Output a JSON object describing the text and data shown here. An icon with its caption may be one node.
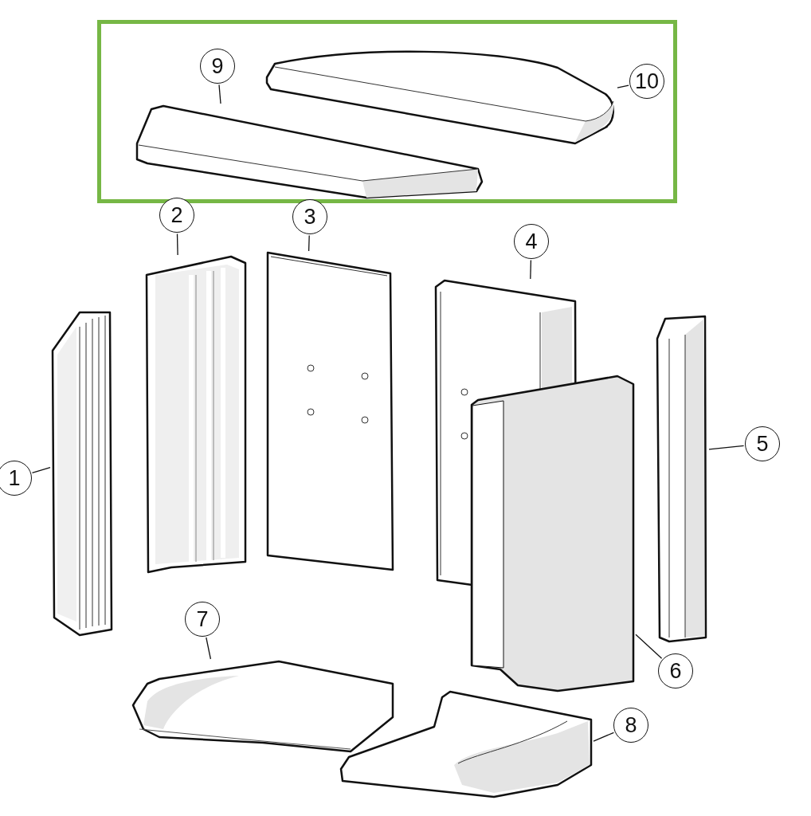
{
  "diagram": {
    "nodes": [
      {
        "text": [
          "9"
        ]
      },
      {
        "text": [
          "10"
        ]
      },
      {
        "text": [
          "2"
        ]
      },
      {
        "text": [
          "3"
        ]
      },
      {
        "text": [
          "4"
        ]
      },
      {
        "text": [
          "1"
        ]
      },
      {
        "text": [
          "5"
        ]
      },
      {
        "text": [
          "7"
        ]
      },
      {
        "text": [
          "6"
        ]
      },
      {
        "text": [
          "8"
        ]
      },
      {
        "text": [],
        "shape": "picture"
      },
      {
        "text": [],
        "shape": "picture"
      },
      {
        "text": [],
        "shape": "picture"
      },
      {
        "text": [],
        "shape": "picture"
      },
      {
        "text": [],
        "shape": "picture"
      },
      {
        "text": [],
        "shape": "picture"
      },
      {
        "text": [],
        "shape": "picture"
      },
      {
        "text": [],
        "shape": "picture"
      },
      {
        "text": [],
        "shape": "picture"
      },
      {
        "text": [],
        "shape": "picture"
      }
    ],
    "edges": [
      {
        "from": 0,
        "to": 10,
        "arrow": "none"
      },
      {
        "from": 1,
        "to": 11,
        "arrow": "none"
      },
      {
        "from": 2,
        "to": 12,
        "arrow": "none"
      },
      {
        "from": 3,
        "to": 13,
        "arrow": "none"
      },
      {
        "from": 4,
        "to": 14,
        "arrow": "none"
      },
      {
        "from": 5,
        "to": 15,
        "arrow": "none"
      },
      {
        "from": 6,
        "to": 16,
        "arrow": "none"
      },
      {
        "from": 7,
        "to": 17,
        "arrow": "none"
      },
      {
        "from": 8,
        "to": 18,
        "arrow": "none"
      },
      {
        "from": 9,
        "to": 19,
        "arrow": "none"
      }
    ]
  }
}
